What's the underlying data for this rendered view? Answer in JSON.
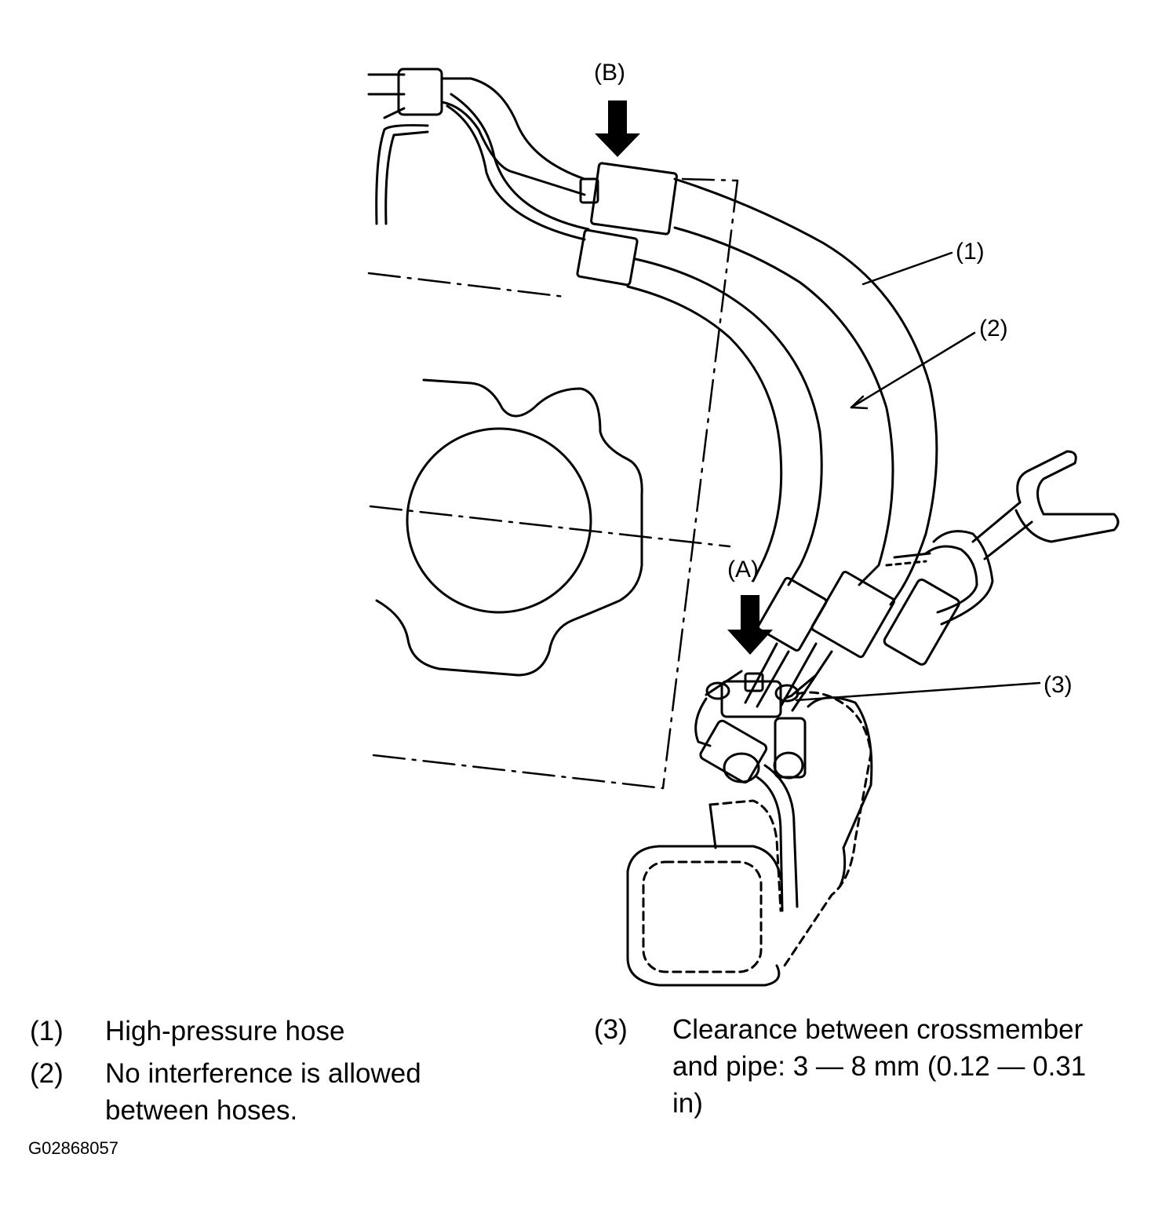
{
  "callouts": {
    "b": "(B)",
    "a": "(A)",
    "c1": "(1)",
    "c2": "(2)",
    "c3": "(3)"
  },
  "legend": {
    "item1": {
      "num": "(1)",
      "line1": "High-pressure hose"
    },
    "item2": {
      "num": "(2)",
      "line1": "No interference is allowed",
      "line2": "between hoses."
    },
    "item3": {
      "num": "(3)",
      "line1": "Clearance between crossmember",
      "line2": "and pipe: 3 — 8 mm (0.12 — 0.31",
      "line3": "in)"
    }
  },
  "figure_code": "G02868057"
}
